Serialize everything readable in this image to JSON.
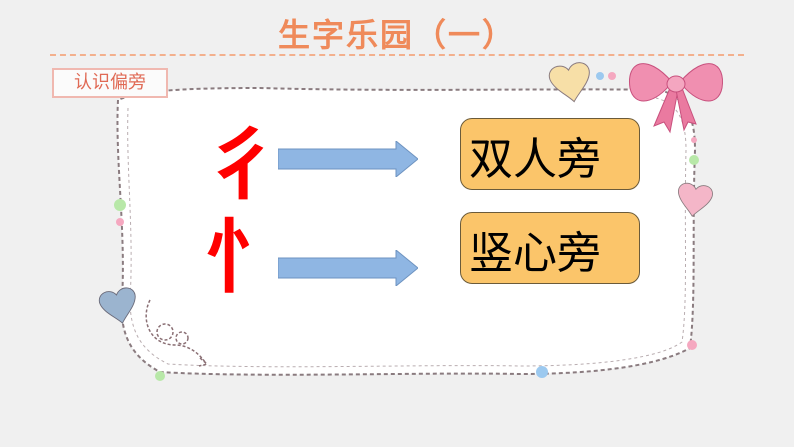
{
  "title": "生字乐园（一）",
  "tag": "认识偏旁",
  "radicals": [
    {
      "glyph": "彳",
      "name": "双人旁"
    },
    {
      "glyph": "忄",
      "name": "竖心旁"
    }
  ],
  "colors": {
    "title": "#ef8a5a",
    "radical": "#ff0000",
    "box_fill": "#fbc56a",
    "arrow": "#8fb6e3",
    "ribbon": "#f08fb0"
  },
  "icons": [
    "bow-ribbon-icon",
    "heart-icon",
    "arrow-icon"
  ]
}
